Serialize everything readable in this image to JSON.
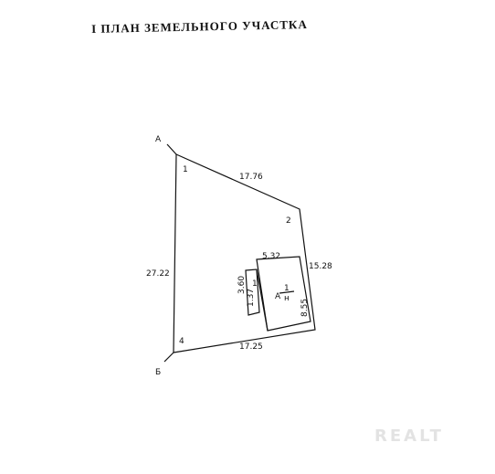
{
  "title": "I ПЛАН ЗЕМЕЛЬНОГО УЧАСТКА",
  "boundary": {
    "corner_letters": {
      "a": "А",
      "b": "Б"
    },
    "points": {
      "p1": "1",
      "p2": "2",
      "p4": "4"
    },
    "edges": {
      "top": "17.76",
      "right": "15.28",
      "bottom": "17.25",
      "left": "27.22"
    }
  },
  "building": {
    "label": "А",
    "fraction_numerator": "1",
    "fraction_denominator": "н",
    "annex_number": "1",
    "dims": {
      "width": "5.32",
      "height": "8.55",
      "annex_height": "3.60",
      "annex_width": "1.37"
    }
  },
  "watermark": "REALT"
}
